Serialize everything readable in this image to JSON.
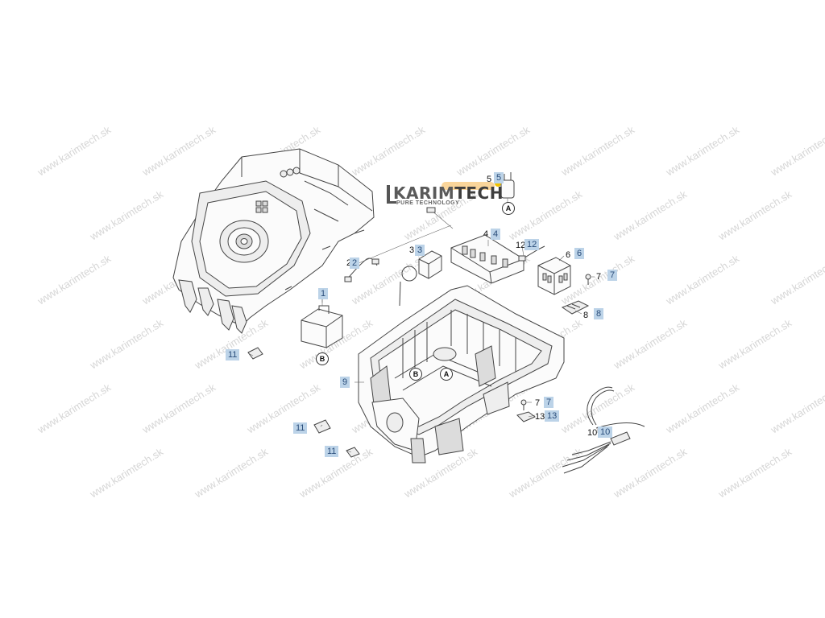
{
  "watermark": "www.karimtech.sk",
  "logo": {
    "brand_left": "KARIM",
    "brand_right": "TECH",
    "tagline": "PURE TECHNOLOGY"
  },
  "callouts": [
    {
      "id": "c1",
      "plain": "",
      "boxed": "1"
    },
    {
      "id": "c2",
      "plain": "2",
      "boxed": "2"
    },
    {
      "id": "c3",
      "plain": "3",
      "boxed": "3"
    },
    {
      "id": "c4",
      "plain": "4",
      "boxed": "4"
    },
    {
      "id": "c5",
      "plain": "5",
      "boxed": "5"
    },
    {
      "id": "c6",
      "plain": "6",
      "boxed": "6"
    },
    {
      "id": "c7a",
      "plain": "7",
      "boxed": "7"
    },
    {
      "id": "c7b",
      "plain": "7",
      "boxed": "7"
    },
    {
      "id": "c8",
      "plain": "8",
      "boxed": "8"
    },
    {
      "id": "c9",
      "plain": "",
      "boxed": "9"
    },
    {
      "id": "c10",
      "plain": "10",
      "boxed": "10"
    },
    {
      "id": "c11a",
      "plain": "",
      "boxed": "11"
    },
    {
      "id": "c11b",
      "plain": "",
      "boxed": "11"
    },
    {
      "id": "c11c",
      "plain": "",
      "boxed": "11"
    },
    {
      "id": "c12",
      "plain": "12",
      "boxed": "12"
    },
    {
      "id": "c13",
      "plain": "13",
      "boxed": "13"
    }
  ],
  "markers": [
    {
      "id": "mA1",
      "letter": "A"
    },
    {
      "id": "mA2",
      "letter": "A"
    },
    {
      "id": "mB1",
      "letter": "B"
    },
    {
      "id": "mB2",
      "letter": "B"
    }
  ]
}
